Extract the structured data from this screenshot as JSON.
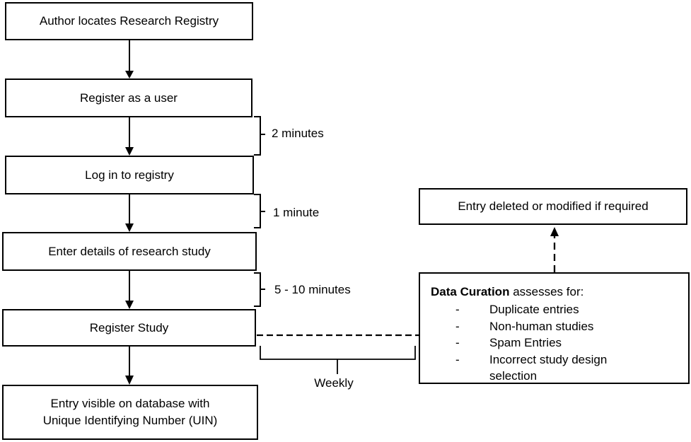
{
  "canvas": {
    "background": "#ffffff",
    "line_color": "#000000",
    "box_border_color": "#000000",
    "box_fill_color": "#ffffff"
  },
  "flow": {
    "boxes": [
      {
        "id": "author-locates-registry",
        "label": "Author locates Research Registry"
      },
      {
        "id": "register-as-user",
        "label": "Register as a user"
      },
      {
        "id": "log-in-to-registry",
        "label": "Log in to registry"
      },
      {
        "id": "enter-details",
        "label": "Enter details of research study"
      },
      {
        "id": "register-study",
        "label": "Register Study"
      },
      {
        "id": "entry-visible",
        "line1": "Entry visible on database with",
        "line2": "Unique Identifying Number (UIN)"
      }
    ],
    "timings": [
      {
        "label": "2 minutes"
      },
      {
        "label": "1 minute"
      },
      {
        "label": "5 - 10 minutes"
      }
    ],
    "weekly_label": "Weekly"
  },
  "curation_flow": {
    "deleted_box_label": "Entry deleted or modified if required",
    "curation_box": {
      "title_bold": "Data Curation",
      "title_rest": " assesses for:",
      "bullet": "-",
      "items": [
        "Duplicate entries",
        "Non-human studies",
        "Spam Entries",
        "Incorrect study design selection"
      ]
    }
  }
}
